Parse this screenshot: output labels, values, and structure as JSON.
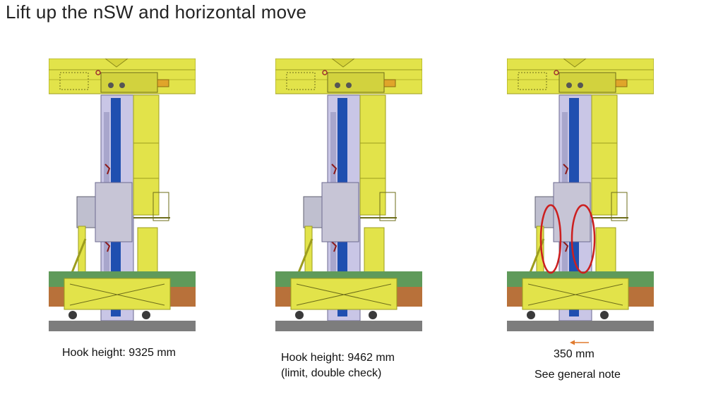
{
  "slide": {
    "title": "Lift up the nSW and horizontal move"
  },
  "colors": {
    "structure_yellow": "#e2e34a",
    "structure_yellow_dark": "#9c9c1e",
    "column_lavender": "#c9c6e6",
    "blue_plate": "#1f4fb0",
    "ground_green": "#5f9a5a",
    "ground_brown": "#b8713a",
    "floor_grey": "#7d7d7d",
    "highlight_red": "#cc1f1f",
    "arrow_orange": "#e07a2e"
  },
  "panels": [
    {
      "caption_line1": "Hook height: 9325 mm",
      "caption_line2": "",
      "highlights": false
    },
    {
      "caption_line1": "Hook height: 9462 mm",
      "caption_line2": "(limit, double check)",
      "highlights": false
    },
    {
      "caption_line1": "350 mm",
      "caption_line2": "See general note",
      "highlights": true,
      "arrow": "left-arrow"
    }
  ]
}
